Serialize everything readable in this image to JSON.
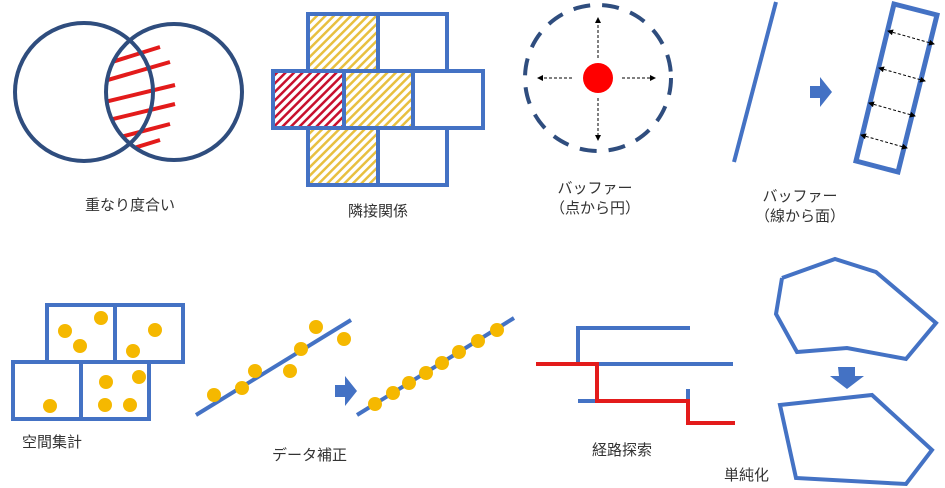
{
  "colors": {
    "blue": "#4472C4",
    "dark_blue": "#2F4D7E",
    "red": "#E31B1B",
    "yellow": "#F5B800"
  },
  "panels": [
    {
      "id": "overlap",
      "label": "重なり度合い"
    },
    {
      "id": "adjacency",
      "label": "隣接関係"
    },
    {
      "id": "buffer_point",
      "label_line1": "バッファー",
      "label_line2": "（点から円）"
    },
    {
      "id": "buffer_line",
      "label_line1": "バッファー",
      "label_line2": "（線から面）"
    },
    {
      "id": "spatial_aggregation",
      "label": "空間集計"
    },
    {
      "id": "data_correction",
      "label": "データ補正"
    },
    {
      "id": "route_search",
      "label": "経路探索"
    },
    {
      "id": "simplification",
      "label": "単純化"
    }
  ]
}
